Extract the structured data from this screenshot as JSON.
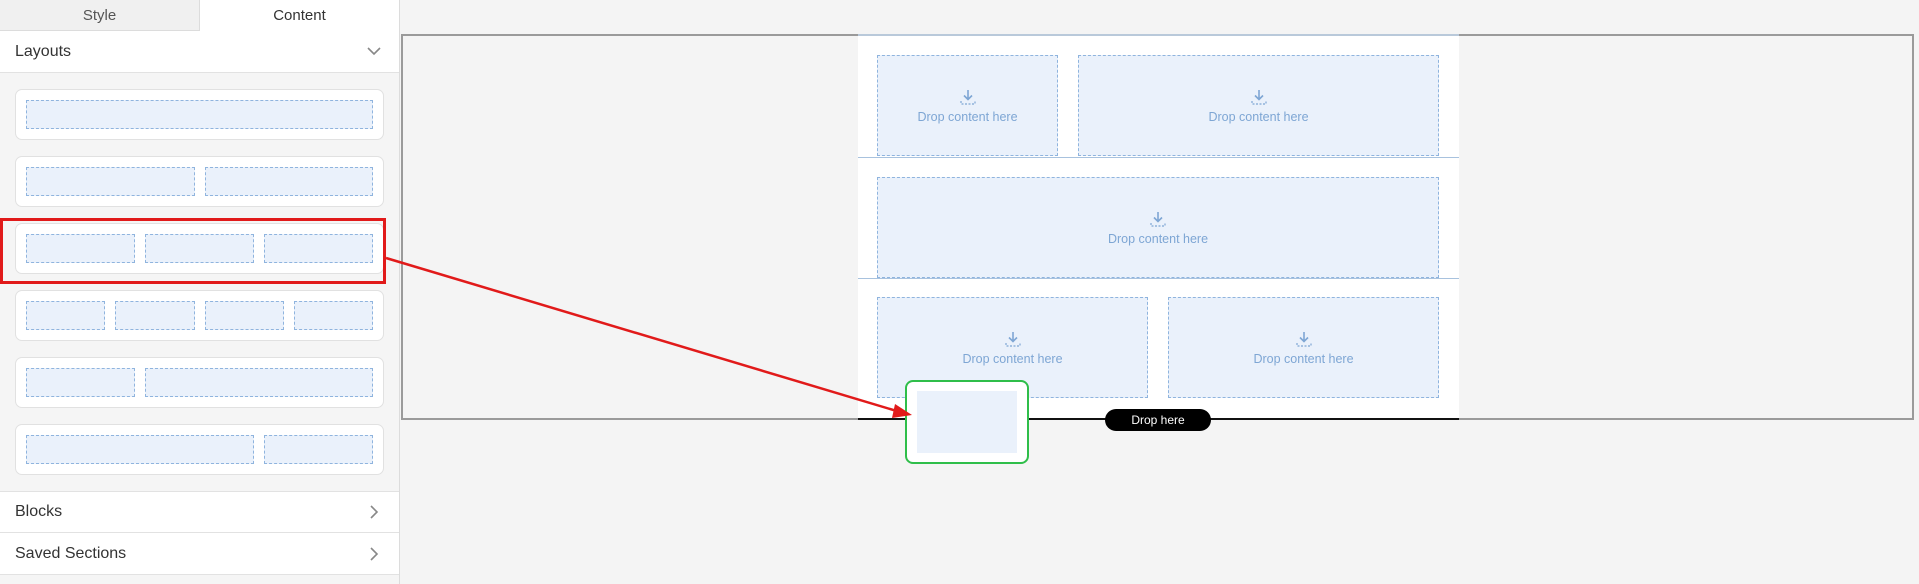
{
  "tabs": [
    {
      "label": "Style",
      "active": false
    },
    {
      "label": "Content",
      "active": true
    }
  ],
  "sections": {
    "layouts": {
      "title": "Layouts",
      "expanded": true
    },
    "blocks": {
      "title": "Blocks",
      "expanded": false
    },
    "saved_sections": {
      "title": "Saved Sections",
      "expanded": false
    }
  },
  "layout_options": [
    {
      "name": "1 column",
      "columns": 1
    },
    {
      "name": "2 columns",
      "columns": 2
    },
    {
      "name": "3 columns",
      "columns": 3
    },
    {
      "name": "4 columns",
      "columns": 4
    },
    {
      "name": "1/3 + 2/3",
      "columns": 2
    },
    {
      "name": "2/3 + 1/3",
      "columns": 2
    }
  ],
  "canvas": {
    "drop_text": "Drop content here",
    "drop_indicator": "Drop here"
  },
  "colors": {
    "accent_highlight": "#e11a1a",
    "drag_ghost_border": "#2fbe4a",
    "placeholder_fill": "#eaf1fb",
    "placeholder_border": "#8fb4de"
  }
}
